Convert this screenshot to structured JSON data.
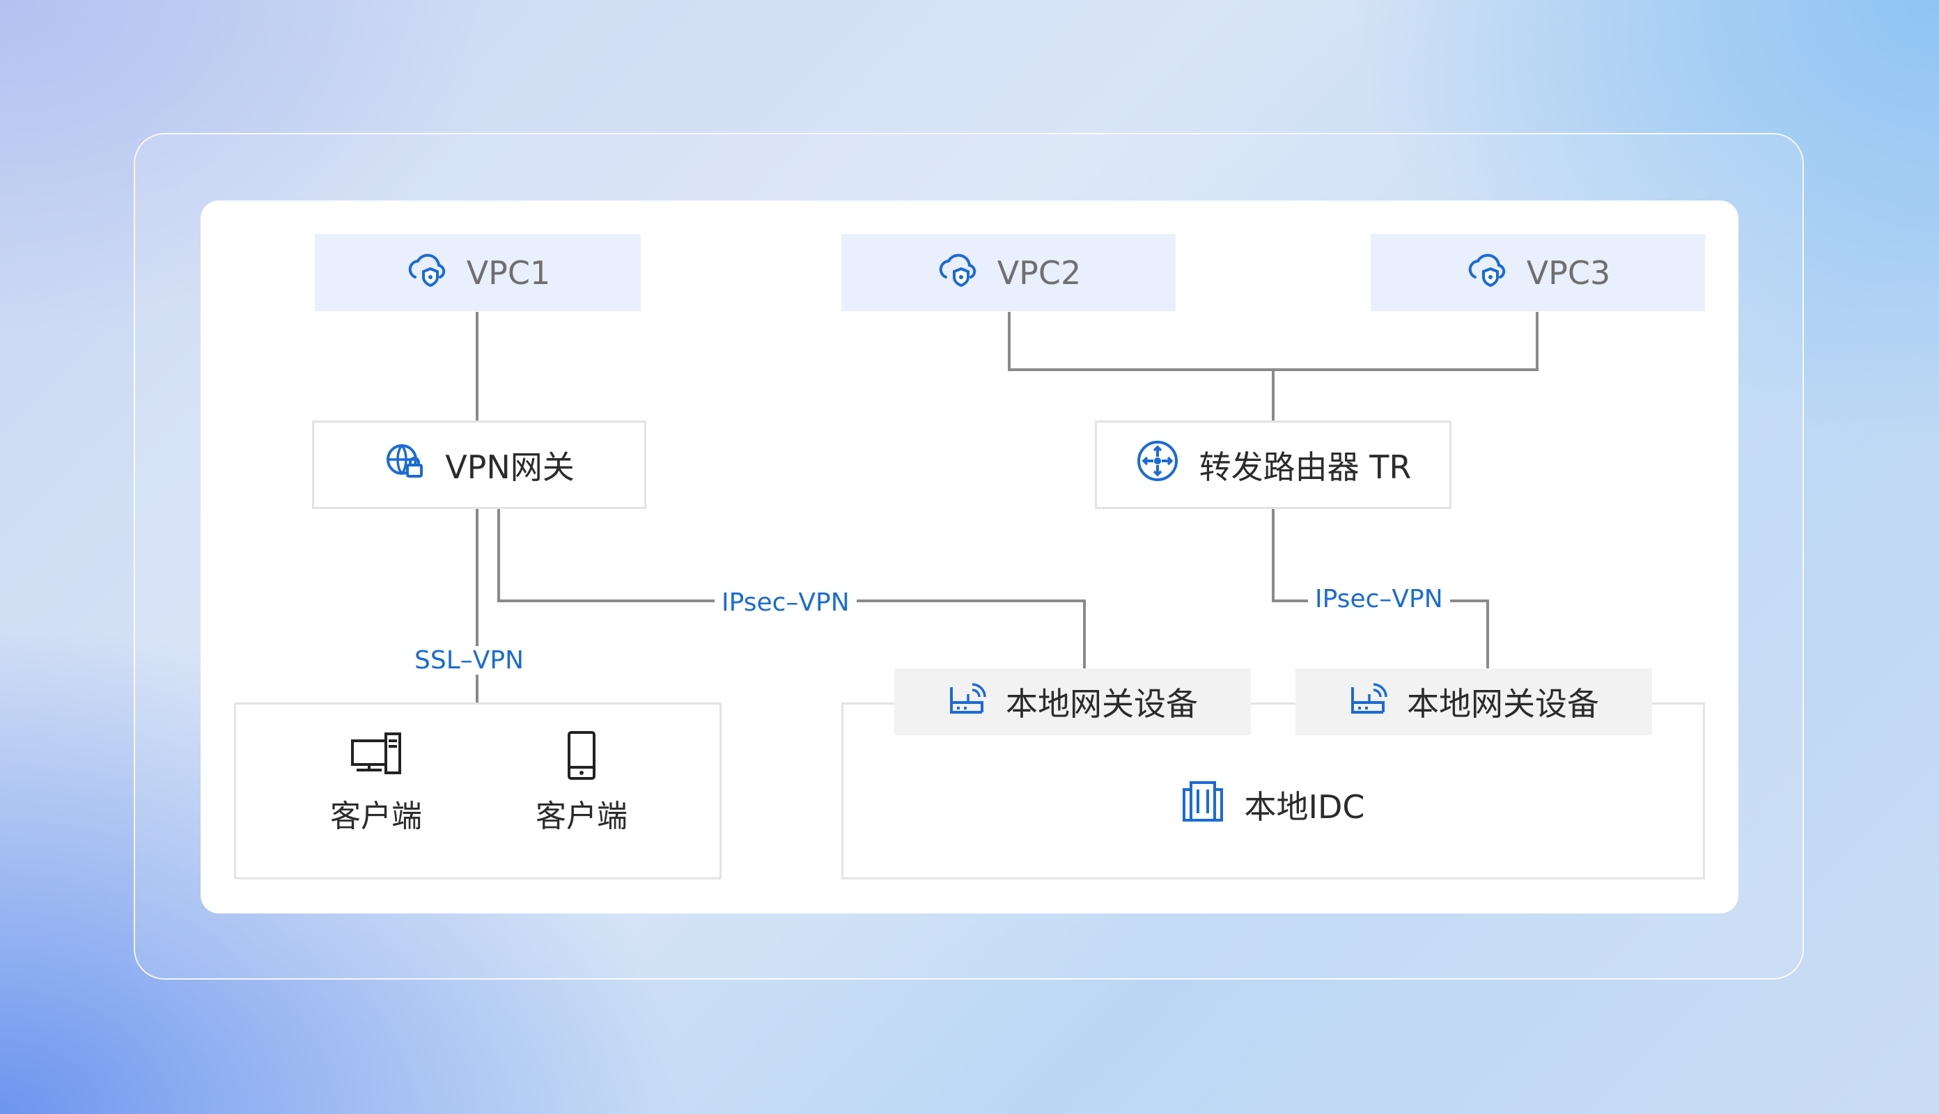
{
  "vpcs": [
    {
      "label": "VPC1",
      "icon": "cloud-shield-icon"
    },
    {
      "label": "VPC2",
      "icon": "cloud-shield-icon"
    },
    {
      "label": "VPC3",
      "icon": "cloud-shield-icon"
    }
  ],
  "vpn_gateway": {
    "label": "VPN网关",
    "icon": "globe-lock-icon"
  },
  "transit_router": {
    "label": "转发路由器 TR",
    "icon": "router-icon"
  },
  "local_gateways": [
    {
      "label": "本地网关设备",
      "icon": "gateway-device-icon"
    },
    {
      "label": "本地网关设备",
      "icon": "gateway-device-icon"
    }
  ],
  "idc": {
    "label": "本地IDC",
    "icon": "building-icon"
  },
  "clients": [
    {
      "label": "客户端",
      "icon": "desktop-icon"
    },
    {
      "label": "客户端",
      "icon": "mobile-icon"
    }
  ],
  "links": {
    "ssl": "SSL–VPN",
    "ipsec_left": "IPsec–VPN",
    "ipsec_right": "IPsec–VPN"
  },
  "colors": {
    "accent": "#1a6bd6",
    "line": "#8a8a8a",
    "vpc_bg": "#e9effd",
    "gw_bg": "#f2f2f2"
  }
}
